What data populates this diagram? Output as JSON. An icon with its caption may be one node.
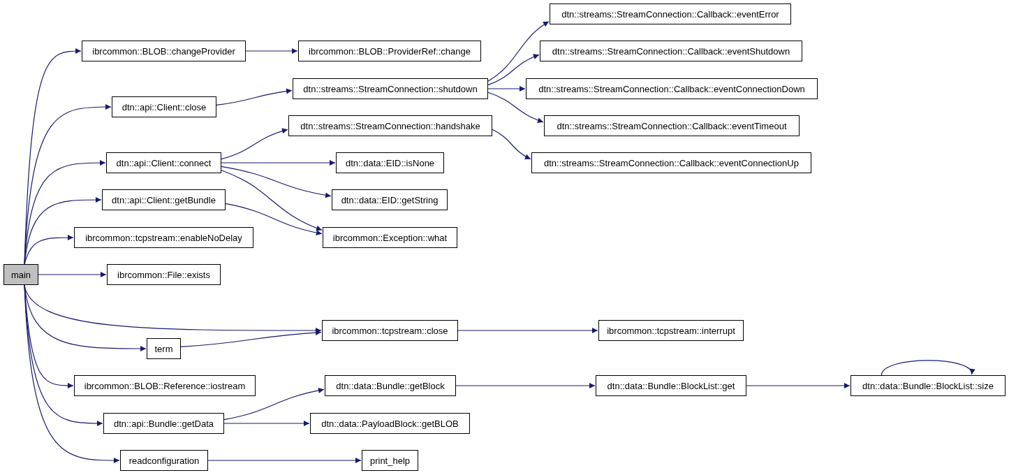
{
  "diagram": {
    "nodes": [
      {
        "text": [
          "main"
        ]
      },
      {
        "text": [
          "ibrcommon::BLOB::changeProvider"
        ]
      },
      {
        "text": [
          "ibrcommon::BLOB::ProviderRef::change"
        ]
      },
      {
        "text": [
          "dtn::api::Client::close"
        ]
      },
      {
        "text": [
          "dtn::streams::StreamConnection::shutdown"
        ]
      },
      {
        "text": [
          "dtn::streams::StreamConnection::Callback::eventError"
        ]
      },
      {
        "text": [
          "dtn::streams::StreamConnection::Callback::eventShutdown"
        ]
      },
      {
        "text": [
          "dtn::streams::StreamConnection::Callback::eventConnectionDown"
        ]
      },
      {
        "text": [
          "dtn::streams::StreamConnection::Callback::eventTimeout"
        ]
      },
      {
        "text": [
          "dtn::api::Client::connect"
        ]
      },
      {
        "text": [
          "dtn::streams::StreamConnection::handshake"
        ]
      },
      {
        "text": [
          "dtn::data::EID::isNone"
        ]
      },
      {
        "text": [
          "dtn::data::EID::getString"
        ]
      },
      {
        "text": [
          "dtn::streams::StreamConnection::Callback::eventConnectionUp"
        ]
      },
      {
        "text": [
          "dtn::api::Client::getBundle"
        ]
      },
      {
        "text": [
          "ibrcommon::Exception::what"
        ]
      },
      {
        "text": [
          "ibrcommon::tcpstream::enableNoDelay"
        ]
      },
      {
        "text": [
          "ibrcommon::File::exists"
        ]
      },
      {
        "text": [
          "ibrcommon::tcpstream::close"
        ]
      },
      {
        "text": [
          "ibrcommon::tcpstream::interrupt"
        ]
      },
      {
        "text": [
          "term"
        ]
      },
      {
        "text": [
          "ibrcommon::BLOB::Reference::iostream"
        ]
      },
      {
        "text": [
          "dtn::data::Bundle::getBlock"
        ]
      },
      {
        "text": [
          "dtn::data::Bundle::BlockList::get"
        ]
      },
      {
        "text": [
          "dtn::data::Bundle::BlockList::size"
        ]
      },
      {
        "text": [
          "dtn::api::Bundle::getData"
        ]
      },
      {
        "text": [
          "dtn::data::PayloadBlock::getBLOB"
        ]
      },
      {
        "text": [
          "readconfiguration"
        ]
      },
      {
        "text": [
          "print_help"
        ]
      }
    ],
    "edges": [
      {
        "from": 0,
        "to": 1,
        "arrow": "to"
      },
      {
        "from": 0,
        "to": 3,
        "arrow": "to"
      },
      {
        "from": 0,
        "to": 9,
        "arrow": "to"
      },
      {
        "from": 0,
        "to": 14,
        "arrow": "to"
      },
      {
        "from": 0,
        "to": 16,
        "arrow": "to"
      },
      {
        "from": 0,
        "to": 17,
        "arrow": "to"
      },
      {
        "from": 0,
        "to": 18,
        "arrow": "to"
      },
      {
        "from": 0,
        "to": 20,
        "arrow": "to"
      },
      {
        "from": 0,
        "to": 21,
        "arrow": "to"
      },
      {
        "from": 0,
        "to": 25,
        "arrow": "to"
      },
      {
        "from": 0,
        "to": 27,
        "arrow": "to"
      },
      {
        "from": 1,
        "to": 2,
        "arrow": "to"
      },
      {
        "from": 3,
        "to": 4,
        "arrow": "to"
      },
      {
        "from": 4,
        "to": 5,
        "arrow": "to"
      },
      {
        "from": 4,
        "to": 6,
        "arrow": "to"
      },
      {
        "from": 4,
        "to": 7,
        "arrow": "to"
      },
      {
        "from": 4,
        "to": 8,
        "arrow": "to"
      },
      {
        "from": 9,
        "to": 10,
        "arrow": "to"
      },
      {
        "from": 9,
        "to": 11,
        "arrow": "to"
      },
      {
        "from": 9,
        "to": 12,
        "arrow": "to"
      },
      {
        "from": 9,
        "to": 15,
        "arrow": "to"
      },
      {
        "from": 10,
        "to": 13,
        "arrow": "to"
      },
      {
        "from": 14,
        "to": 15,
        "arrow": "to"
      },
      {
        "from": 18,
        "to": 19,
        "arrow": "to"
      },
      {
        "from": 20,
        "to": 18,
        "arrow": "to"
      },
      {
        "from": 25,
        "to": 22,
        "arrow": "to"
      },
      {
        "from": 25,
        "to": 26,
        "arrow": "to"
      },
      {
        "from": 22,
        "to": 23,
        "arrow": "to"
      },
      {
        "from": 23,
        "to": 24,
        "arrow": "to"
      },
      {
        "from": 24,
        "to": 24,
        "arrow": "to"
      },
      {
        "from": 27,
        "to": 28,
        "arrow": "to"
      }
    ]
  }
}
